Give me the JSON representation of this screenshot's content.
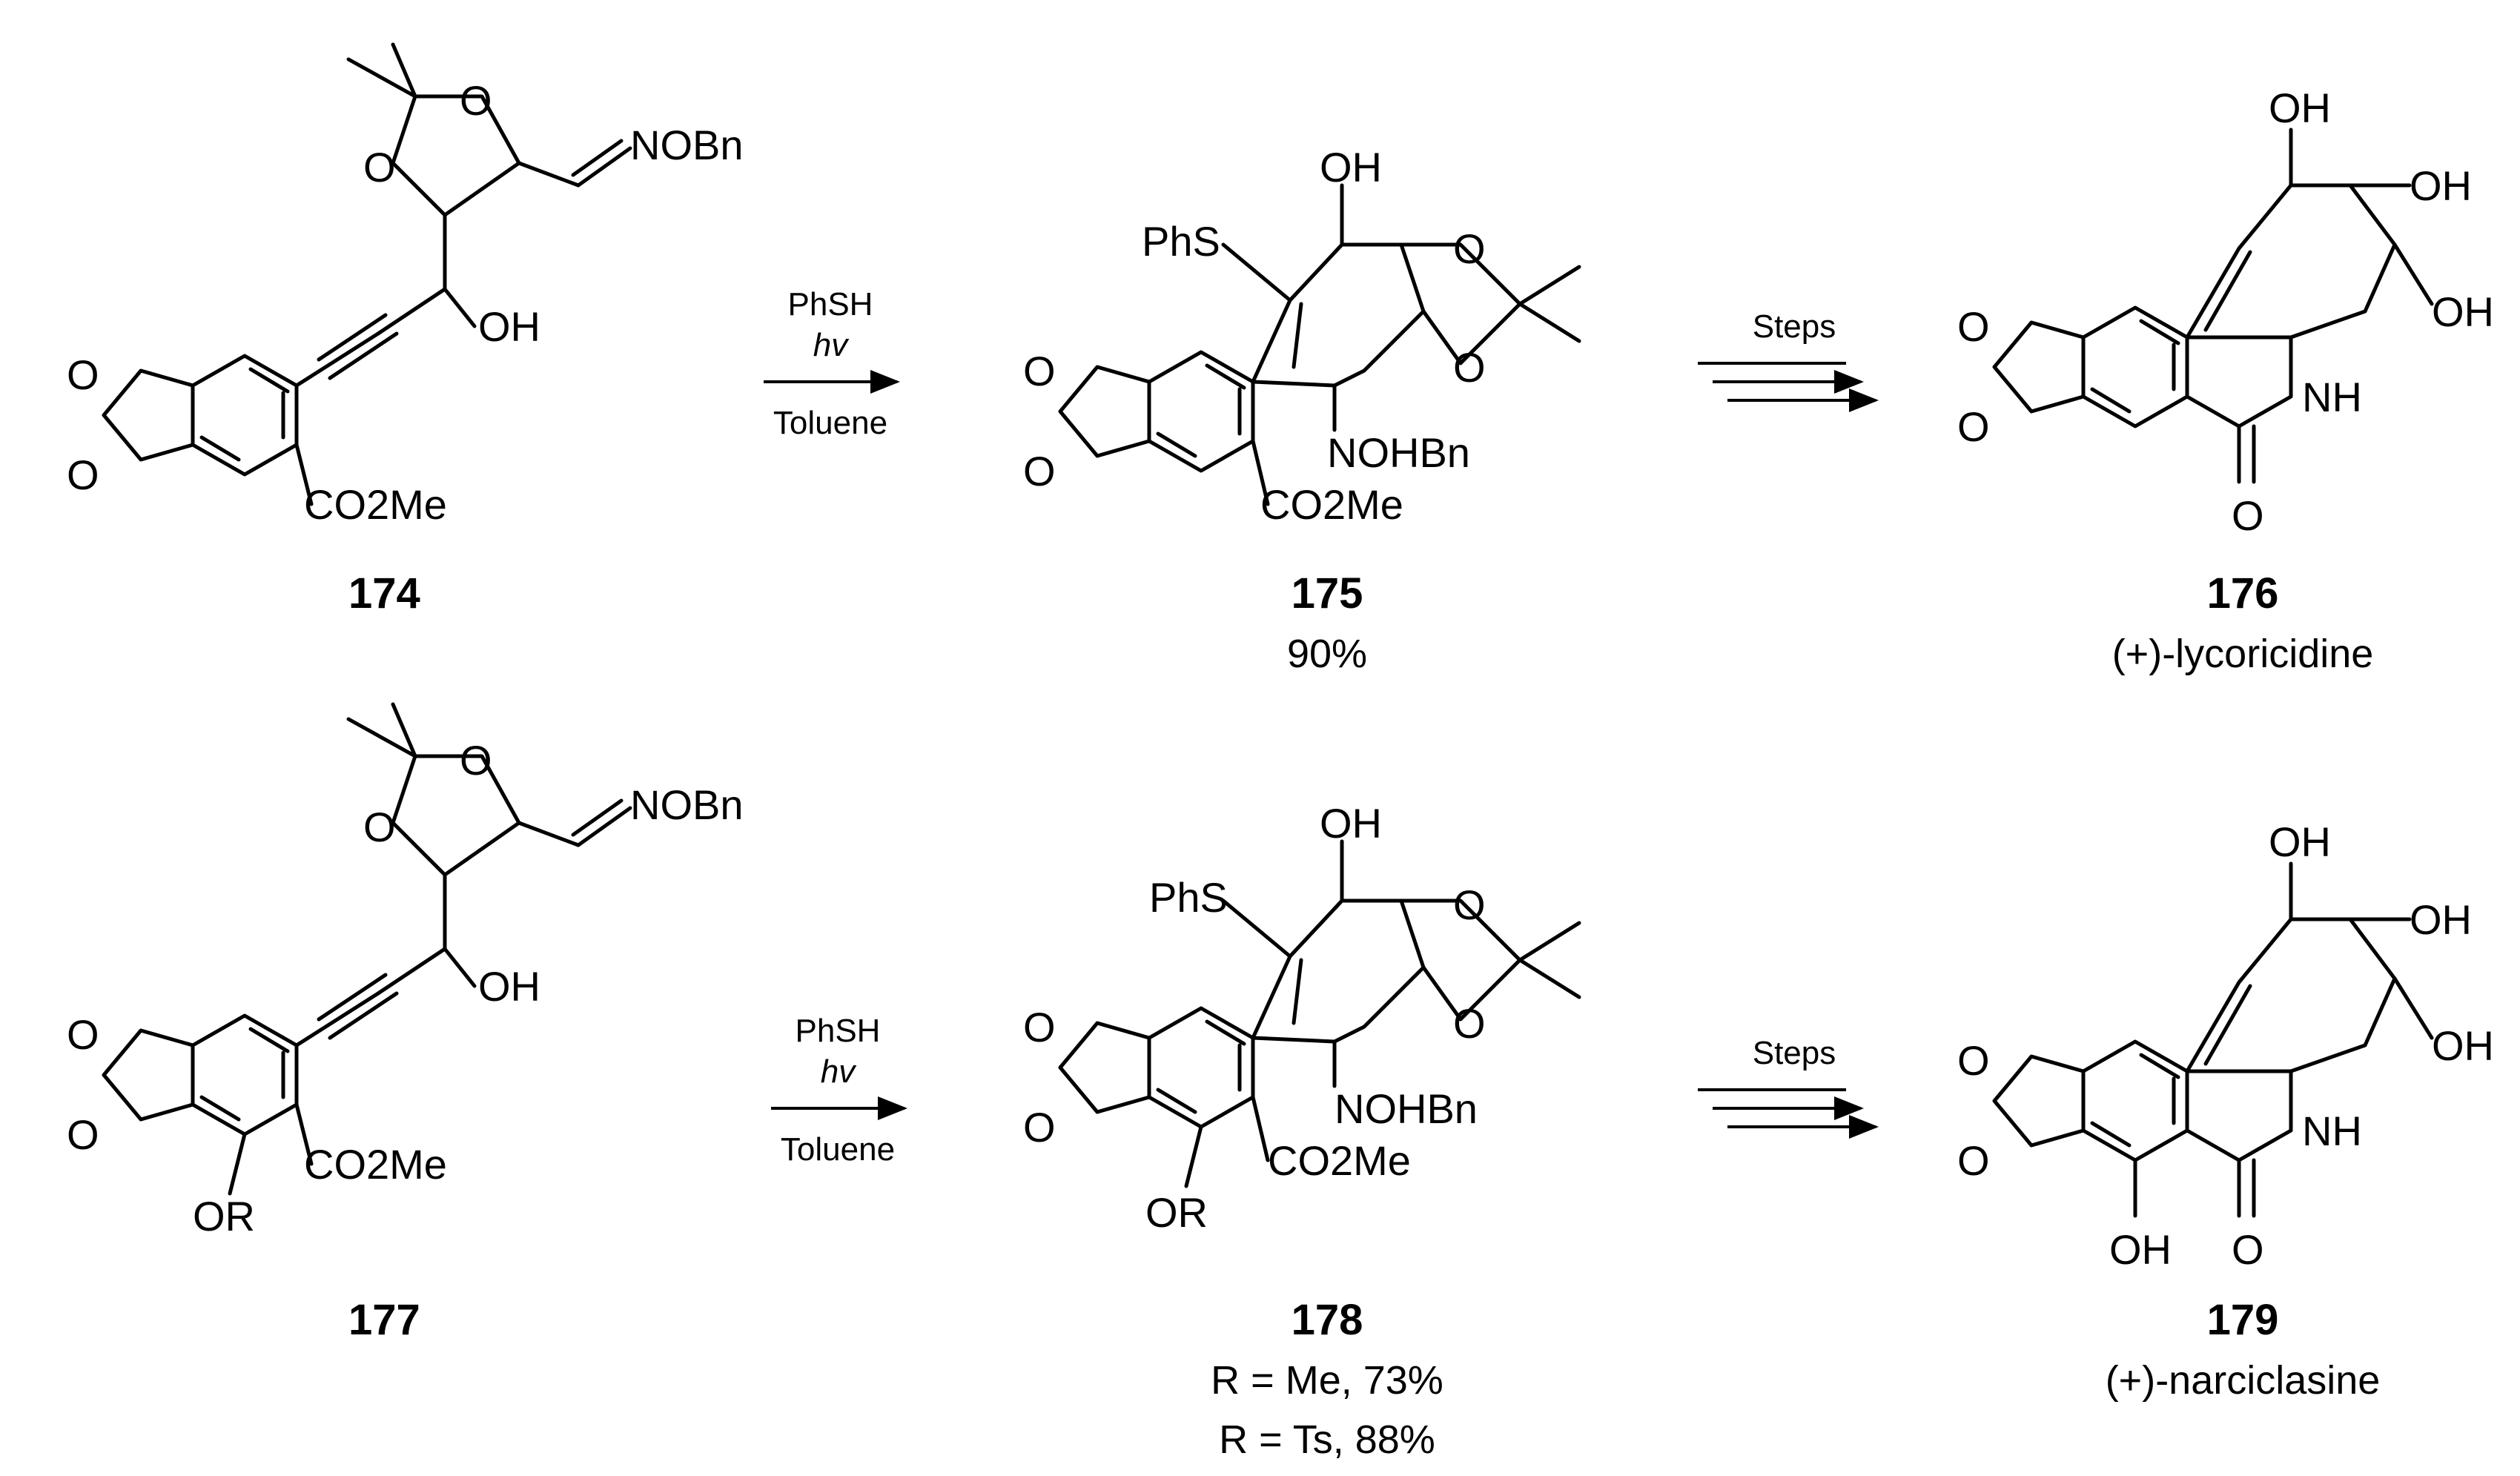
{
  "row1": {
    "sm": {
      "id": "174",
      "groups": [
        "NOBn",
        "OH",
        "O",
        "O",
        "O",
        "O",
        "CO2Me"
      ]
    },
    "reagents": {
      "line1": "PhSH",
      "line2": "hv",
      "line3": "Toluene"
    },
    "product": {
      "id": "175",
      "yield": "90%",
      "groups": [
        "OH",
        "PhS",
        "O",
        "O",
        "O",
        "O",
        "NOHBn",
        "CO2Me"
      ]
    },
    "steps_label": "Steps",
    "target": {
      "id": "176",
      "name": "(+)-lycoricidine",
      "groups": [
        "OH",
        "OH",
        "OH",
        "O",
        "O",
        "NH",
        "O"
      ]
    }
  },
  "row2": {
    "sm": {
      "id": "177",
      "groups": [
        "NOBn",
        "OH",
        "O",
        "O",
        "O",
        "O",
        "CO2Me",
        "OR"
      ]
    },
    "reagents": {
      "line1": "PhSH",
      "line2": "hv",
      "line3": "Toluene"
    },
    "product": {
      "id": "178",
      "yield_me": "R = Me, 73%",
      "yield_ts": "R = Ts, 88%",
      "groups": [
        "OH",
        "PhS",
        "O",
        "O",
        "O",
        "O",
        "NOHBn",
        "CO2Me",
        "OR"
      ]
    },
    "steps_label": "Steps",
    "target": {
      "id": "179",
      "name": "(+)-narciclasine",
      "groups": [
        "OH",
        "OH",
        "OH",
        "O",
        "O",
        "NH",
        "O",
        "OH"
      ]
    }
  }
}
